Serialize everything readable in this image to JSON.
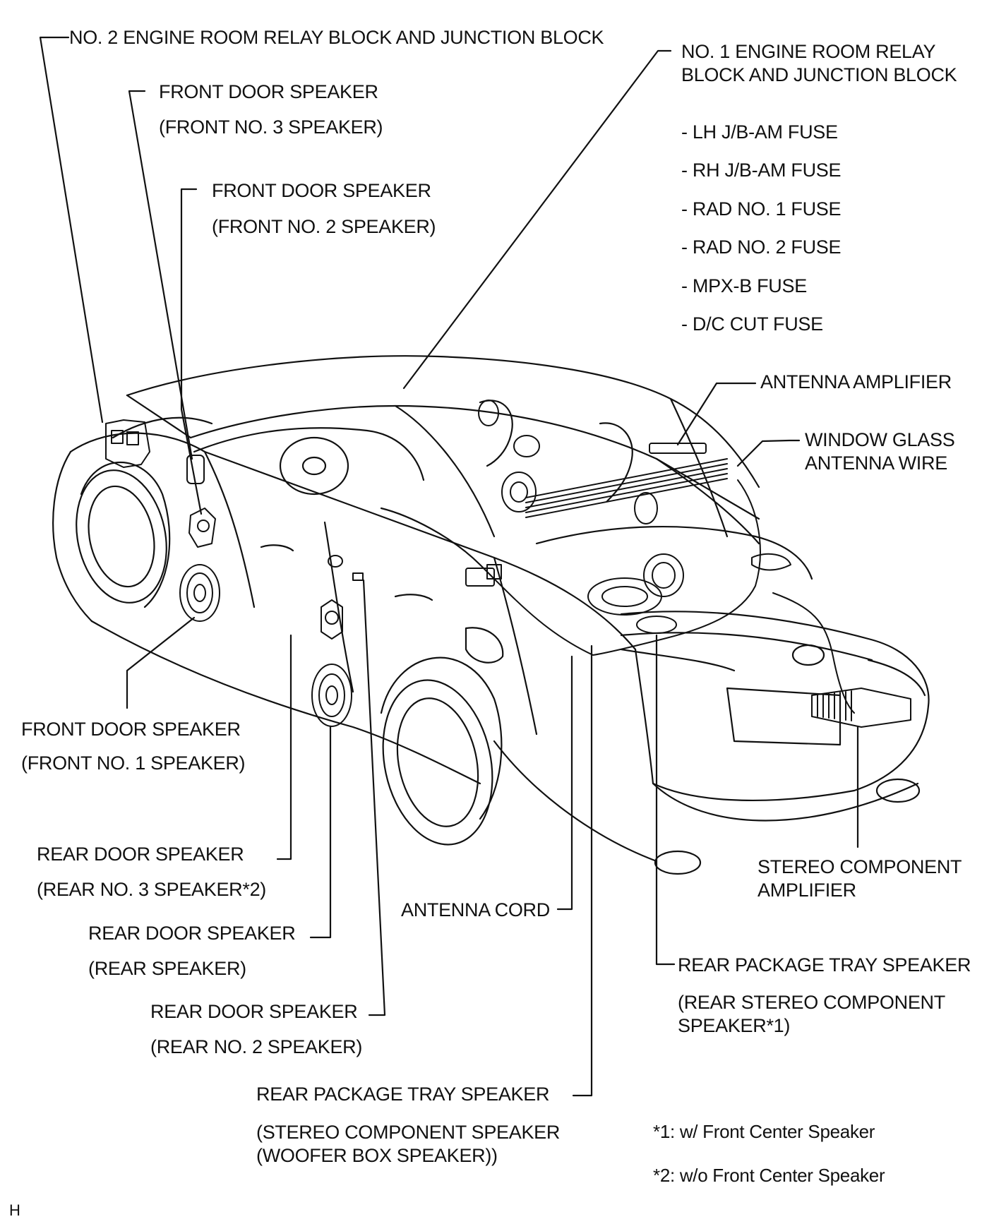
{
  "labels": {
    "no2_engine_room": "NO. 2 ENGINE ROOM RELAY BLOCK AND JUNCTION BLOCK",
    "front_door_no3_line1": "FRONT DOOR SPEAKER",
    "front_door_no3_line2": "(FRONT NO. 3 SPEAKER)",
    "front_door_no2_line1": "FRONT DOOR SPEAKER",
    "front_door_no2_line2": "(FRONT NO. 2 SPEAKER)",
    "no1_engine_room_line1": "NO. 1 ENGINE ROOM RELAY",
    "no1_engine_room_line2": "BLOCK AND JUNCTION BLOCK",
    "fuses": [
      "- LH J/B-AM FUSE",
      "- RH J/B-AM FUSE",
      "- RAD NO. 1 FUSE",
      "- RAD NO. 2 FUSE",
      "- MPX-B FUSE",
      "- D/C CUT FUSE"
    ],
    "antenna_amplifier": "ANTENNA AMPLIFIER",
    "window_glass_line1": "WINDOW GLASS",
    "window_glass_line2": "ANTENNA WIRE",
    "front_door_no1_line1": "FRONT DOOR SPEAKER",
    "front_door_no1_line2": "(FRONT NO. 1 SPEAKER)",
    "rear_door_no3_line1": "REAR DOOR SPEAKER",
    "rear_door_no3_line2": "(REAR NO. 3 SPEAKER*2)",
    "rear_door_rear_line1": "REAR DOOR SPEAKER",
    "rear_door_rear_line2": "(REAR SPEAKER)",
    "rear_door_no2_line1": "REAR DOOR SPEAKER",
    "rear_door_no2_line2": "(REAR NO. 2 SPEAKER)",
    "antenna_cord": "ANTENNA CORD",
    "stereo_amp_line1": "STEREO COMPONENT",
    "stereo_amp_line2": "AMPLIFIER",
    "rear_tray_stereo_line1": "REAR PACKAGE TRAY SPEAKER",
    "rear_tray_stereo_line2": "(REAR STEREO COMPONENT",
    "rear_tray_stereo_line3": "SPEAKER*1)",
    "rear_tray_woofer_line1": "REAR PACKAGE TRAY SPEAKER",
    "rear_tray_woofer_line2": "(STEREO COMPONENT SPEAKER",
    "rear_tray_woofer_line3": "(WOOFER BOX SPEAKER))"
  },
  "notes": {
    "note1": "*1: w/ Front Center Speaker",
    "note2": "*2: w/o Front Center Speaker"
  },
  "figure_ref": "H"
}
